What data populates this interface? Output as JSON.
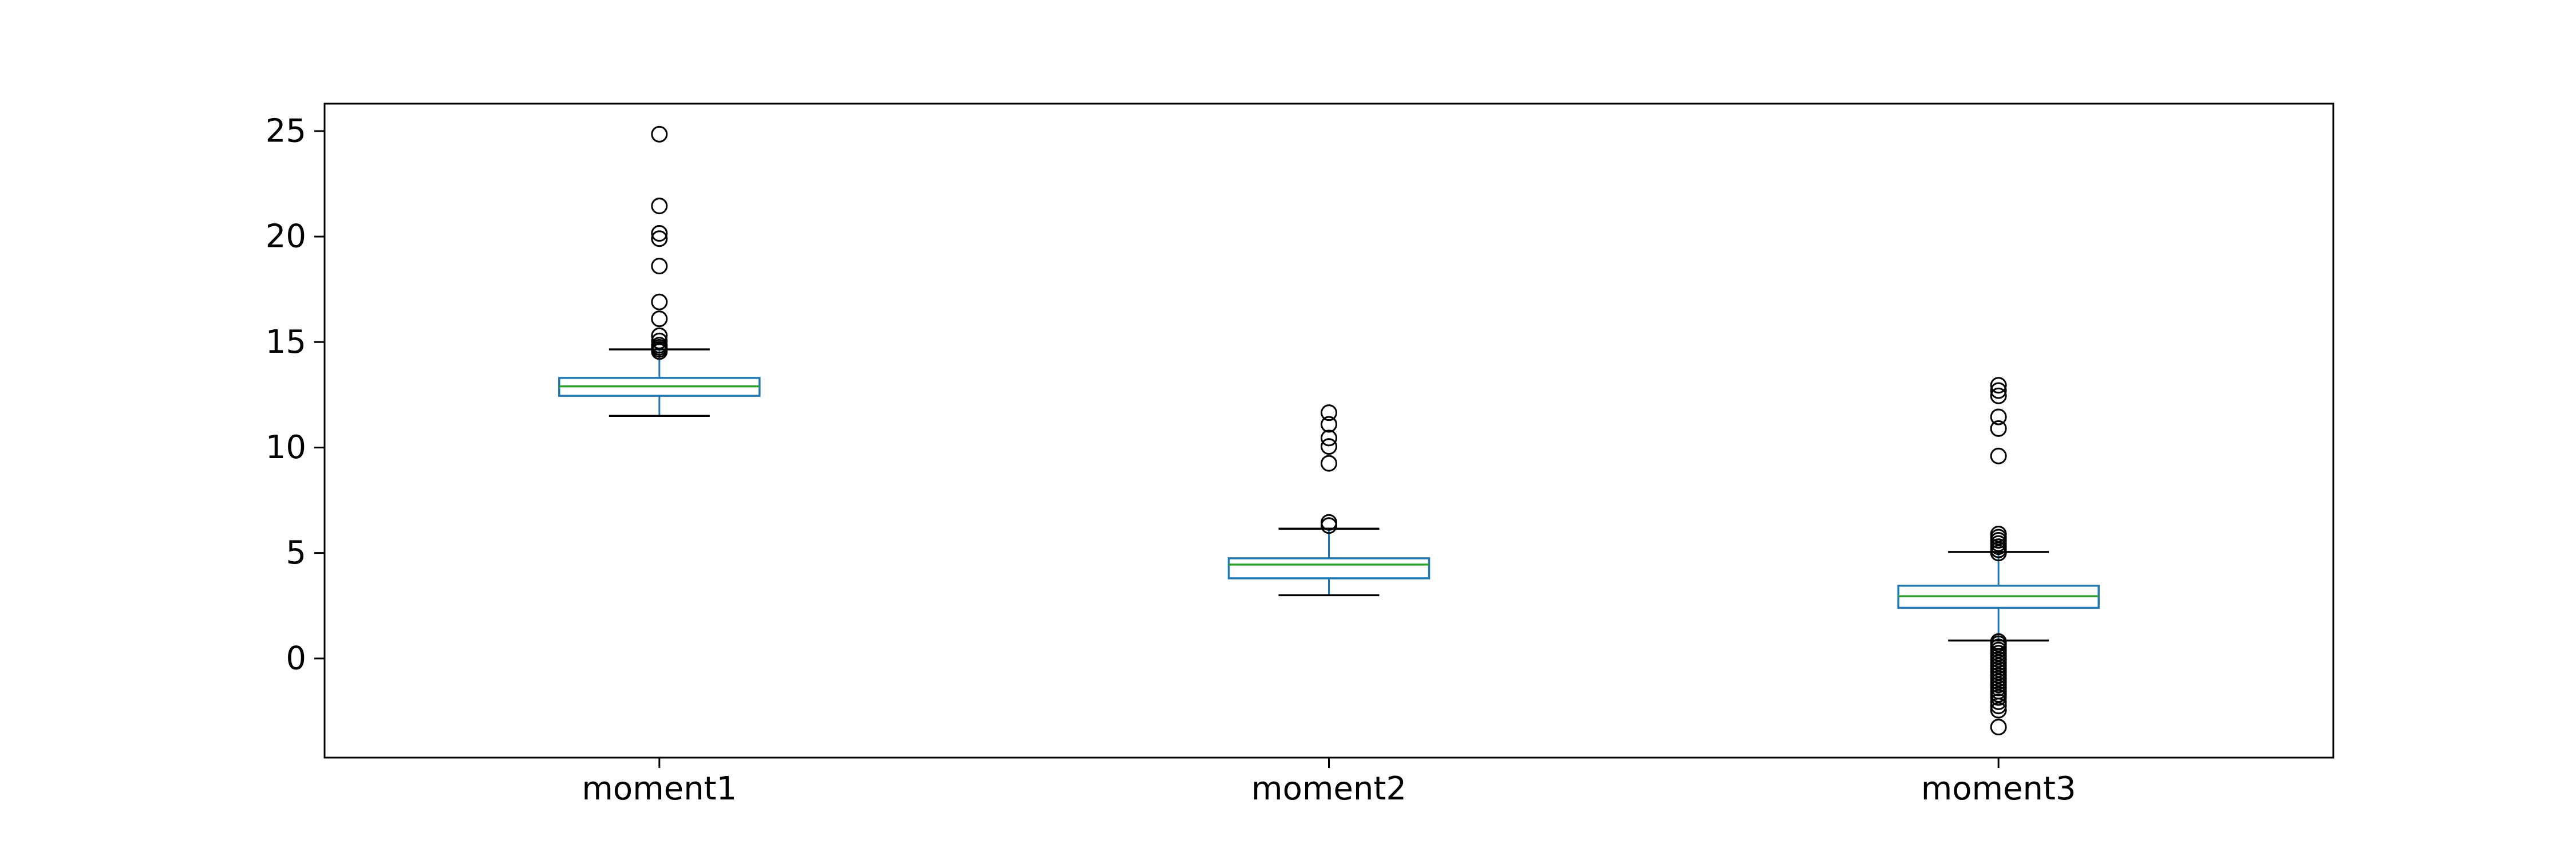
{
  "chart_data": {
    "type": "box",
    "title": "",
    "xlabel": "",
    "ylabel": "",
    "categories": [
      "moment1",
      "moment2",
      "moment3"
    ],
    "ylim": [
      -4.7,
      26.3
    ],
    "yticks": [
      0,
      5,
      10,
      15,
      20,
      25
    ],
    "grid": false,
    "legend": "none",
    "colors": {
      "box": "#1f77b4",
      "median": "#2ca02c",
      "whisker_cap": "#000000",
      "outlier": "#000000",
      "axes": "#000000"
    },
    "boxes": [
      {
        "name": "moment1",
        "whisker_low": 11.5,
        "q1": 12.45,
        "median": 12.9,
        "q3": 13.3,
        "whisker_high": 14.65,
        "outliers": [
          14.55,
          14.65,
          14.75,
          14.85,
          15.05,
          15.3,
          16.1,
          16.9,
          18.6,
          19.9,
          20.15,
          21.45,
          24.85
        ]
      },
      {
        "name": "moment2",
        "whisker_low": 3.0,
        "q1": 3.8,
        "median": 4.45,
        "q3": 4.75,
        "whisker_high": 6.15,
        "outliers": [
          6.3,
          6.45,
          9.25,
          10.05,
          10.45,
          11.1,
          11.65
        ]
      },
      {
        "name": "moment3",
        "whisker_low": 0.85,
        "q1": 2.4,
        "median": 2.95,
        "q3": 3.45,
        "whisker_high": 5.05,
        "outliers": [
          -3.25,
          -2.45,
          -2.25,
          -2.05,
          -1.85,
          -1.7,
          -1.55,
          -1.4,
          -1.25,
          -1.1,
          -0.95,
          -0.8,
          -0.65,
          -0.5,
          -0.35,
          -0.2,
          -0.05,
          0.1,
          0.25,
          0.4,
          0.55,
          0.7,
          0.8,
          5.0,
          5.15,
          5.3,
          5.45,
          5.6,
          5.75,
          5.9,
          9.6,
          10.9,
          11.45,
          12.45,
          12.7,
          12.95
        ]
      }
    ]
  }
}
